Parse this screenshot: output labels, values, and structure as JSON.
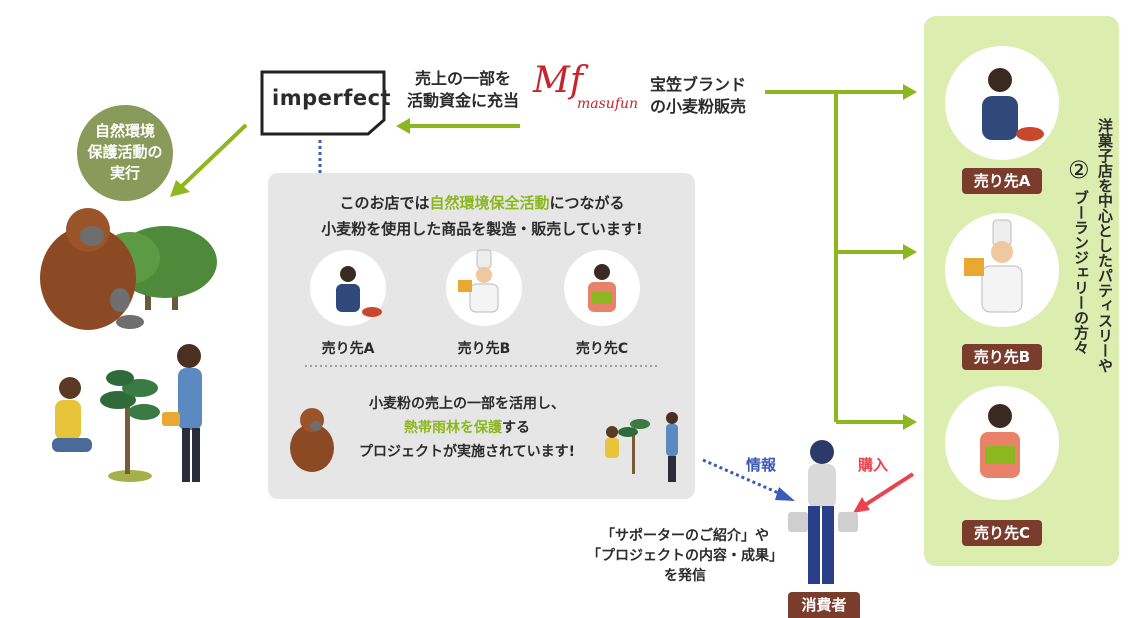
{
  "left": {
    "badge": [
      "自然環境",
      "保護活動の",
      "実行"
    ]
  },
  "brand": {
    "imperfect": "imperfect",
    "mf_mark": "Mf",
    "masufun": "masufun",
    "fund_note": [
      "売上の一部を",
      "活動資金に充当"
    ],
    "brand_note": [
      "宝笠ブランド",
      "の小麦粉販売"
    ]
  },
  "center": {
    "line1_pre": "このお店では",
    "line1_highlight": "自然環境保全活動",
    "line1_post": "につながる",
    "line2": "小麦粉を使用した商品を製造・販売しています!",
    "sellers": [
      "売り先A",
      "売り先B",
      "売り先C"
    ],
    "rain1": "小麦粉の売上の一部を活用し、",
    "rain2_highlight": "熱帯雨林を保護",
    "rain2_post": "する",
    "rain3": "プロジェクトが実施されています!"
  },
  "consumer": {
    "info": "情報",
    "buy": "購入",
    "message": [
      "「サポーターのご紹介」や",
      "「プロジェクトの内容・成果」",
      "を発信"
    ],
    "label": "消費者"
  },
  "right": {
    "sellers": [
      "売り先A",
      "売り先B",
      "売り先C"
    ],
    "circle_num": "②",
    "vertical_col1": "洋菓子店を中心とした",
    "vertical_col2": "ブーランジェリーの方々",
    "vertical_col1b": "パティスリーや"
  },
  "colors": {
    "green": "#8db71e",
    "panel": "#dbeeb0",
    "gray_panel": "#e6e6e6",
    "brown": "#7a3c2c",
    "red": "#e8434e",
    "blue_dot": "#3b5bb5"
  }
}
